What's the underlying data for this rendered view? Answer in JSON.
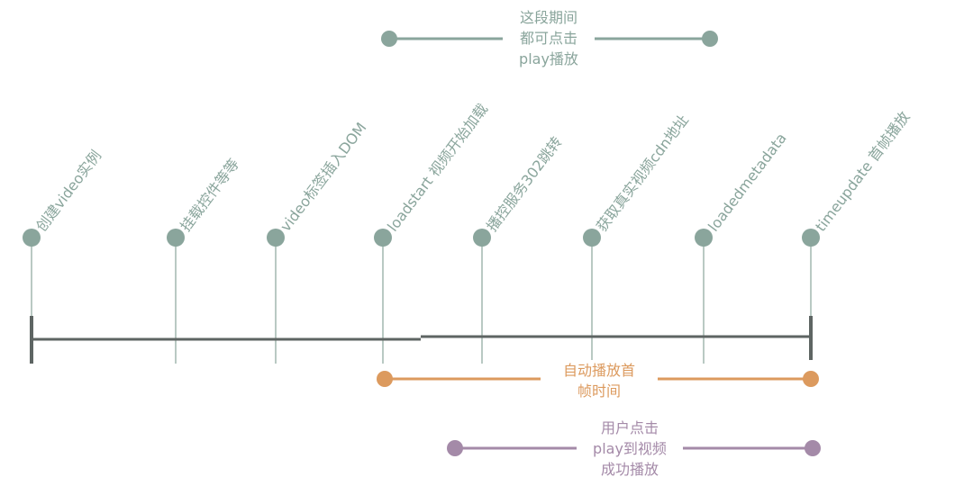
{
  "colors": {
    "event": "#8aa59c",
    "axis": "#5e6563",
    "play_window": "#8aa59c",
    "autoplay": "#dc9a5e",
    "user_play": "#a48aa8"
  },
  "events": [
    {
      "label": "创建video实例",
      "has_tick": false
    },
    {
      "label": "挂载控件等等",
      "has_tick": true
    },
    {
      "label": "video标签插入DOM",
      "has_tick": true
    },
    {
      "label": "loadstart 视频开始加载",
      "has_tick": true
    },
    {
      "label": "播控服务302跳转",
      "has_tick": true
    },
    {
      "label": "获取真实视频cdn地址",
      "has_tick": true
    },
    {
      "label": "loadedmetadata",
      "has_tick": true
    },
    {
      "label": "timeupdate 首帧播放",
      "has_tick": false
    }
  ],
  "ranges": {
    "play_window": {
      "label": "这段期间\n都可点击\nplay播放"
    },
    "autoplay": {
      "label": "自动播放首\n帧时间"
    },
    "user_play": {
      "label": "用户点击\nplay到视频\n成功播放"
    }
  }
}
